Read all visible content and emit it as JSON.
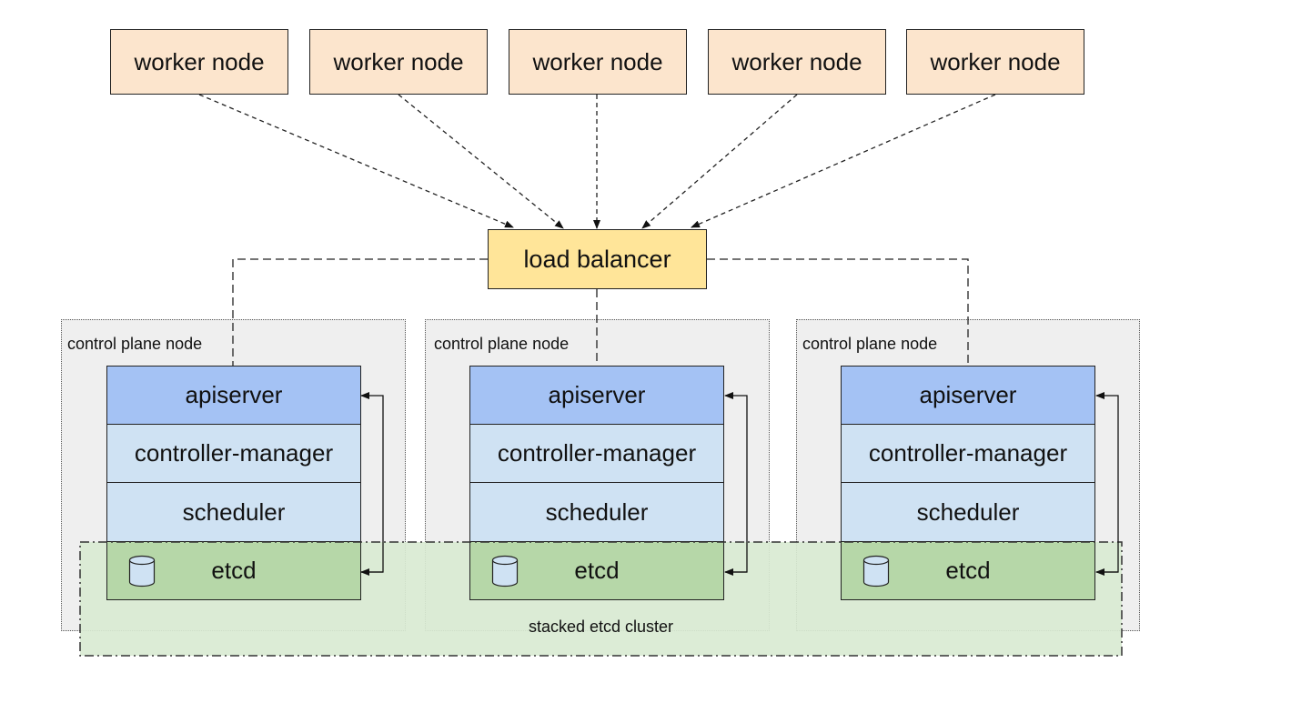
{
  "workers": [
    "worker node",
    "worker node",
    "worker node",
    "worker node",
    "worker node"
  ],
  "load_balancer": "load balancer",
  "control_plane_nodes": [
    {
      "label": "control plane node",
      "apiserver": "apiserver",
      "controller_manager": "controller-manager",
      "scheduler": "scheduler",
      "etcd": "etcd"
    },
    {
      "label": "control plane node",
      "apiserver": "apiserver",
      "controller_manager": "controller-manager",
      "scheduler": "scheduler",
      "etcd": "etcd"
    },
    {
      "label": "control plane node",
      "apiserver": "apiserver",
      "controller_manager": "controller-manager",
      "scheduler": "scheduler",
      "etcd": "etcd"
    }
  ],
  "etcd_cluster_label": "stacked etcd cluster",
  "colors": {
    "worker_fill": "#fce5cd",
    "load_balancer_fill": "#ffe599",
    "apiserver_fill": "#a4c2f4",
    "component_fill": "#cfe2f3",
    "etcd_fill": "#b6d7a8",
    "etcd_cluster_fill": "#d9ead3",
    "control_plane_fill": "#efefef"
  }
}
